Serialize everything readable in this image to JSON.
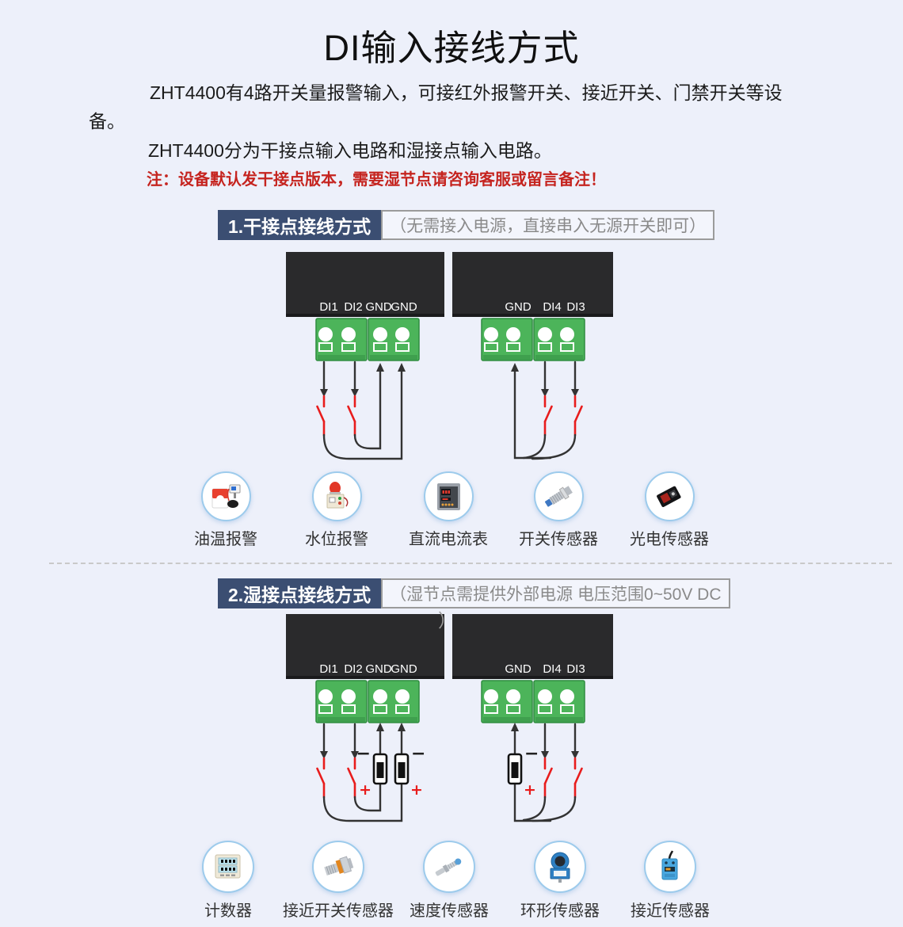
{
  "page": {
    "title": "DI输入接线方式"
  },
  "intro": {
    "para1": "ZHT4400有4路开关量报警输入，可接红外报警开关、接近开关、门禁开关等设备。",
    "para2": "ZHT4400分为干接点输入电路和湿接点输入电路。",
    "note": "注：设备默认发干接点版本，需要湿节点请咨询客服或留言备注！"
  },
  "symbols": {
    "minus": "−",
    "plus": "+"
  },
  "sections": [
    {
      "heading": "1.干接点接线方式",
      "annotation": "（无需接入电源，直接串入无源开关即可）",
      "left_terminals": [
        "DI1",
        "DI2",
        "GND",
        "GND"
      ],
      "right_terminals": [
        "GND",
        "DI4",
        "DI3"
      ],
      "devices": [
        {
          "label": "油温报警",
          "icon": "oil-temperature-alarm"
        },
        {
          "label": "水位报警",
          "icon": "water-level-alarm"
        },
        {
          "label": "直流电流表",
          "icon": "dc-ammeter"
        },
        {
          "label": "开关传感器",
          "icon": "switch-sensor"
        },
        {
          "label": "光电传感器",
          "icon": "photoelectric-sensor"
        }
      ]
    },
    {
      "heading": "2.湿接点接线方式",
      "annotation": "（湿节点需提供外部电源 电压范围0~50V DC",
      "annotation_suffix": "）",
      "left_terminals": [
        "DI1",
        "DI2",
        "GND",
        "GND"
      ],
      "right_terminals": [
        "GND",
        "DI4",
        "DI3"
      ],
      "devices": [
        {
          "label": "计数器",
          "icon": "counter"
        },
        {
          "label": "接近开关传感器",
          "icon": "proximity-switch-sensor"
        },
        {
          "label": "速度传感器",
          "icon": "speed-sensor"
        },
        {
          "label": "环形传感器",
          "icon": "ring-sensor"
        },
        {
          "label": "接近传感器",
          "icon": "proximity-sensor"
        }
      ]
    }
  ],
  "colors": {
    "background": "#edf0fa",
    "heading_badge": "#3b4e72",
    "terminal_green": "#4cb45a",
    "device_box": "#2a2a2c",
    "wire_black": "#333333",
    "wire_red": "#e81c1c",
    "note_red": "#c5241f",
    "annotation_gray": "#8a8a8a",
    "badge_border": "#9dcbec"
  }
}
